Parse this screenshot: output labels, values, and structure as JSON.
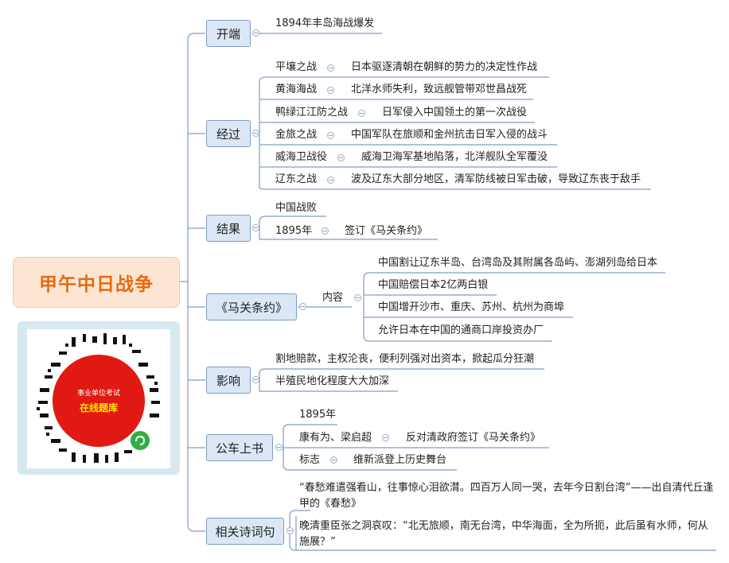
{
  "root": {
    "title": "甲午中日战争"
  },
  "qr": {
    "line1": "事业单位考试",
    "line2": "在线题库"
  },
  "topics": {
    "kaiduan": {
      "label": "开端",
      "items": [
        "1894年丰岛海战爆发"
      ]
    },
    "jingguo": {
      "label": "经过",
      "items": [
        {
          "name": "平壤之战",
          "desc": "日本驱逐清朝在朝鲜的势力的决定性作战"
        },
        {
          "name": "黄海海战",
          "desc": "北洋水师失利，致远舰管带邓世昌战死"
        },
        {
          "name": "鸭绿江江防之战",
          "desc": "日军侵入中国领土的第一次战役"
        },
        {
          "name": "金旅之战",
          "desc": "中国军队在旅顺和金州抗击日军入侵的战斗"
        },
        {
          "name": "威海卫战役",
          "desc": "威海卫海军基地陷落，北洋舰队全军覆没"
        },
        {
          "name": "辽东之战",
          "desc": "波及辽东大部分地区，清军防线被日军击破，导致辽东丧于敌手"
        }
      ]
    },
    "jieguo": {
      "label": "结果",
      "item1": "中国战败",
      "year": "1895年",
      "desc": "签订《马关条约》"
    },
    "maguan": {
      "label": "《马关条约》",
      "sub": "内容",
      "items": [
        "中国割让辽东半岛、台湾岛及其附属各岛屿、澎湖列岛给日本",
        "中国赔偿日本2亿两白银",
        "中国增开沙市、重庆、苏州、杭州为商埠",
        "允许日本在中国的通商口岸投资办厂"
      ]
    },
    "yingxiang": {
      "label": "影响",
      "items": [
        "割地赔款，主权沦丧，便利列强对出资本，掀起瓜分狂潮",
        "半殖民地化程度大大加深"
      ]
    },
    "gongche": {
      "label": "公车上书",
      "year": "1895年",
      "person": "康有为、梁启超",
      "person_desc": "反对清政府签订《马关条约》",
      "mark": "标志",
      "mark_desc": "维新派登上历史舞台"
    },
    "shici": {
      "label": "相关诗词句",
      "poem1": "“春愁难遣强看山，往事惊心泪欲潸。四百万人同一哭，去年今日割台湾”——出自清代丘逢甲的《春愁》",
      "poem2": "晚清重臣张之洞哀叹：“北无旅顺，南无台湾，中华海面，全为所扼，此后虽有水师，何从施展？”"
    }
  },
  "colors": {
    "root_bg": "#fce6d3",
    "root_text": "#e46b12",
    "topic_bg": "#dbe7f5",
    "topic_border": "#7e9cc7",
    "line": "#7f9cc6"
  }
}
